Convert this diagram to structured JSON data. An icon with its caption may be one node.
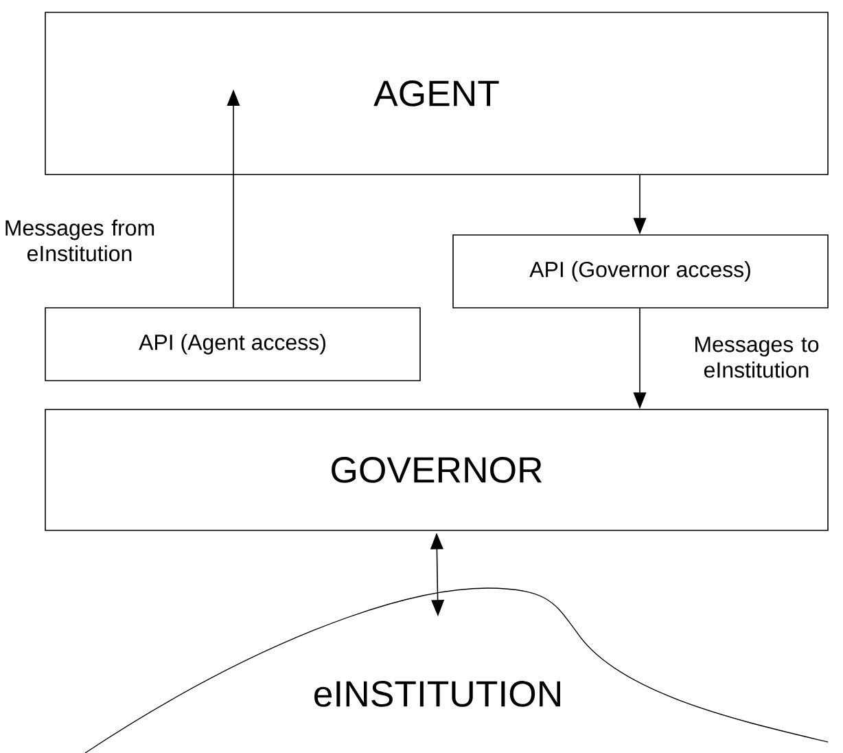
{
  "diagram": {
    "nodes": [
      {
        "text": [
          "AGENT"
        ]
      },
      {
        "text": [
          "API (Governor access)"
        ]
      },
      {
        "text": [
          "API (Agent access)"
        ]
      },
      {
        "text": [
          "GOVERNOR"
        ]
      },
      {
        "text": [
          "eINSTITUTION"
        ]
      }
    ],
    "edges": [
      {
        "from": 2,
        "to": 0,
        "arrow": "to",
        "label": "Messages from eInstitution"
      },
      {
        "from": 0,
        "to": 1,
        "arrow": "to"
      },
      {
        "from": 1,
        "to": 3,
        "arrow": "to",
        "label": "Messages to eInstitution"
      },
      {
        "from": 3,
        "to": 4,
        "arrow": "both"
      }
    ]
  }
}
